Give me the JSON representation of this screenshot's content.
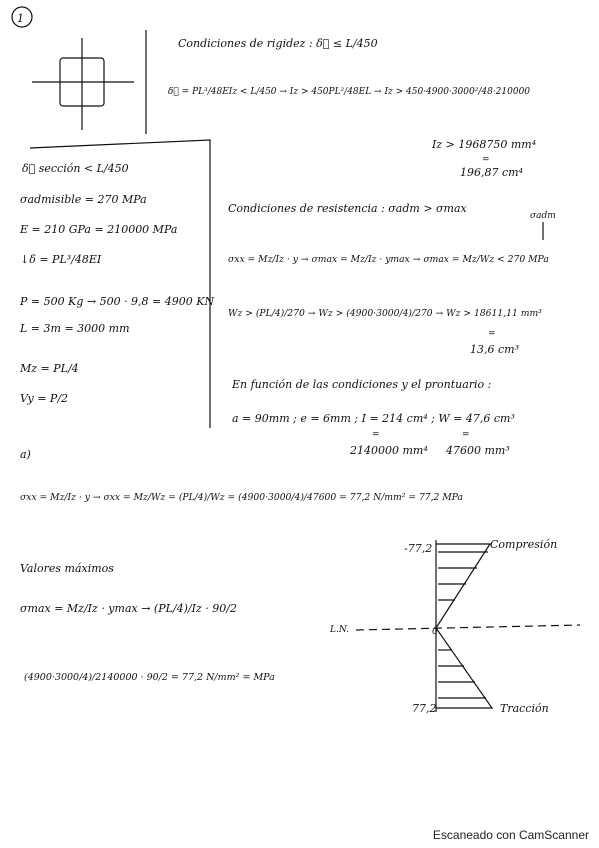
{
  "problem_number": "1",
  "rigidity": {
    "title": "Condiciones de rigidez : δ⃗ ≤ L/450",
    "line1": "δ⃗ = PL³/48EIz < L/450 → Iz > 450PL²/48EL → Iz > 450·4900·3000²/48·210000",
    "result": "Iz > 1968750 mm⁴",
    "result_equals": "=",
    "result_cm": "196,87 cm⁴"
  },
  "data_block": {
    "deflection": "δ⃗ sección < L/450",
    "sigma_adm": "σadmisible = 270 MPa",
    "e_modulus": "E = 210 GPa = 210000 MPa",
    "deflection_formula": "↓δ = PL³/48EI",
    "load": "P = 500 Kg → 500 · 9,8 = 4900 KN",
    "length": "L = 3m = 3000 mm",
    "moment": "Mz = PL/4",
    "shear": "Vy = P/2"
  },
  "resistance": {
    "title": "Condiciones de resistencia : σadm > σmax",
    "sigma_adm_label": "σadm",
    "line1": "σxx = Mz/Iz · y → σmax = Mz/Iz · ymax → σmax = Mz/Wz < 270 MPa",
    "line2": "Wz > (PL/4)/270 → Wz > (4900·3000/4)/270 → Wz > 18611,11 mm³",
    "line2_equals": "=",
    "line2_cm": "13,6 cm³",
    "profile_intro": "En función de las condiciones y el prontuario :",
    "profile_values": "a = 90mm ; e = 6mm ; I = 214 cm⁴ ; W = 47,6 cm³",
    "profile_equals_1": "=",
    "profile_mm_1": "2140000 mm⁴",
    "profile_equals_2": "=",
    "profile_mm_2": "47600 mm³"
  },
  "part_a": {
    "label": "a)",
    "equation": "σxx = Mz/Iz · y → σxx = Mz/Wz = (PL/4)/Wz = (4900·3000/4)/47600 = 77,2 N/mm² = 77,2 MPa",
    "max_title": "Valores máximos",
    "max_eq": "σmax = Mz/Iz · ymax → (PL/4)/Iz · 90/2",
    "calc": "(4900·3000/4)/2140000 · 90/2 = 77,2 N/mm² = MPa"
  },
  "stress_diagram": {
    "compression_label": "Compresión",
    "tension_label": "Tracción",
    "top_value": "-77,2",
    "bottom_value": "77,2",
    "neutral_axis": "L.N.",
    "zero_label": "0"
  },
  "footer": "Escaneado con CamScanner"
}
